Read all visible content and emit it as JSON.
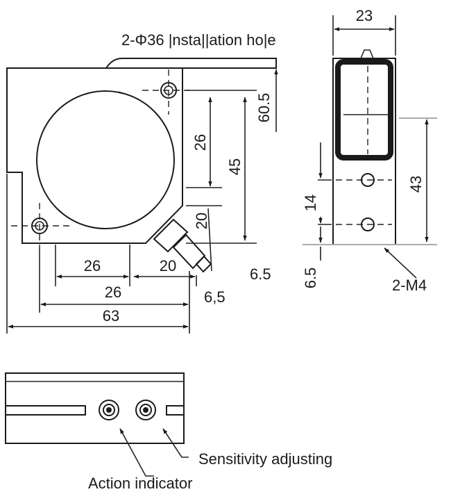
{
  "labels": {
    "hole_note": "2-Φ36 |nsta||ation ho|e",
    "width_23": "23",
    "dim_60_5": "60.5",
    "dim_26_v": "26",
    "dim_45": "45",
    "dim_20_v": "20",
    "dim_26_a": "26",
    "dim_20_h": "20",
    "dim_26_b": "26",
    "dim_6_5_a": "6.5",
    "dim_6_5_b": "6,5",
    "dim_63": "63",
    "dim_43": "43",
    "dim_14": "14",
    "dim_6_5_side": "6.5",
    "thread_note": "2-M4",
    "sensitivity": "Sensitivity adjusting",
    "indicator": "Action indicator"
  }
}
